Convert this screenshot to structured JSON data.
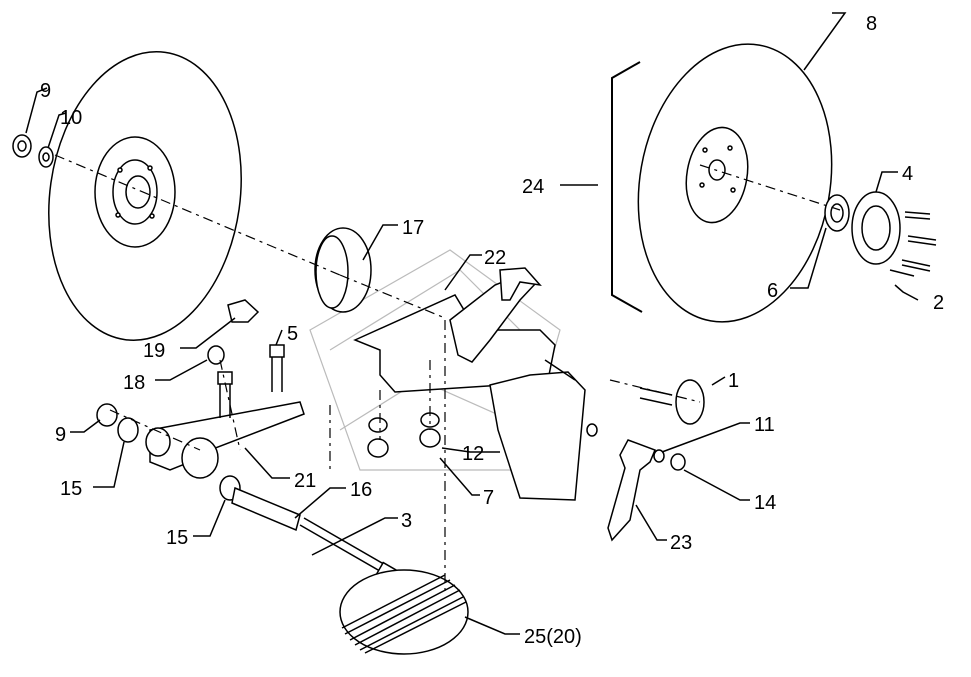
{
  "callouts": {
    "c1": "1",
    "c2": "2",
    "c3": "3",
    "c4": "4",
    "c5": "5",
    "c6": "6",
    "c7": "7",
    "c8": "8",
    "c9a": "9",
    "c9b": "9",
    "c10": "10",
    "c11": "11",
    "c12": "12",
    "c14": "14",
    "c15a": "15",
    "c15b": "15",
    "c16": "16",
    "c17": "17",
    "c18": "18",
    "c19": "19",
    "c21": "21",
    "c22": "22",
    "c23": "23",
    "c24": "24",
    "c25": "25(20)"
  },
  "colors": {
    "ink": "#000000",
    "paper": "#ffffff"
  }
}
